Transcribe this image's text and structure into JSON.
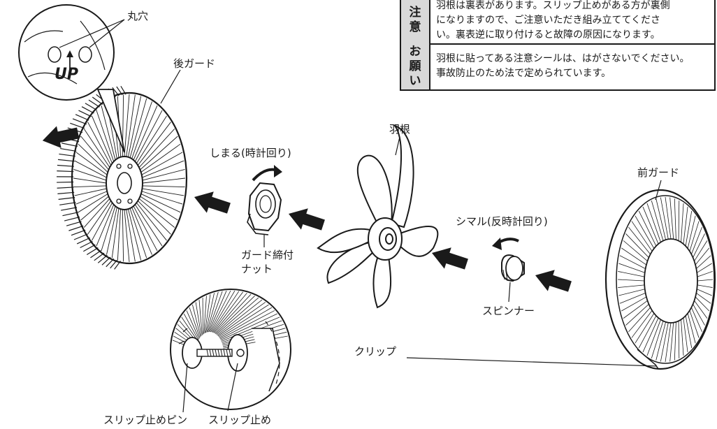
{
  "notice": {
    "caution_tag": [
      "注",
      "意"
    ],
    "caution_lines": [
      "羽根は裏表があります。スリップ止めがある方が裏側",
      "になりますので、ご注意いただき組み立ててくださ",
      "い。裏表逆に取り付けると故障の原因になります。"
    ],
    "request_tag": [
      "お",
      "願",
      "い"
    ],
    "request_lines": [
      "羽根に貼ってある注意シールは、はがさないでください。",
      "事故防止のため法で定められています。"
    ]
  },
  "labels": {
    "round_hole": "丸穴",
    "up": "UP",
    "rear_guard": "後ガード",
    "tighten": "しまる(時計回り)",
    "guard_nut_1": "ガード締付",
    "guard_nut_2": "ナット",
    "blade": "羽根",
    "loosen": "シマル(反時計回り)",
    "spinner": "スピンナー",
    "front_guard": "前ガード",
    "clip": "クリップ",
    "slip_pin": "スリップ止めピン",
    "slip_stop": "スリップ止め"
  },
  "colors": {
    "ink": "#1a1a1a",
    "tag_bg": "#d9d9d9"
  }
}
